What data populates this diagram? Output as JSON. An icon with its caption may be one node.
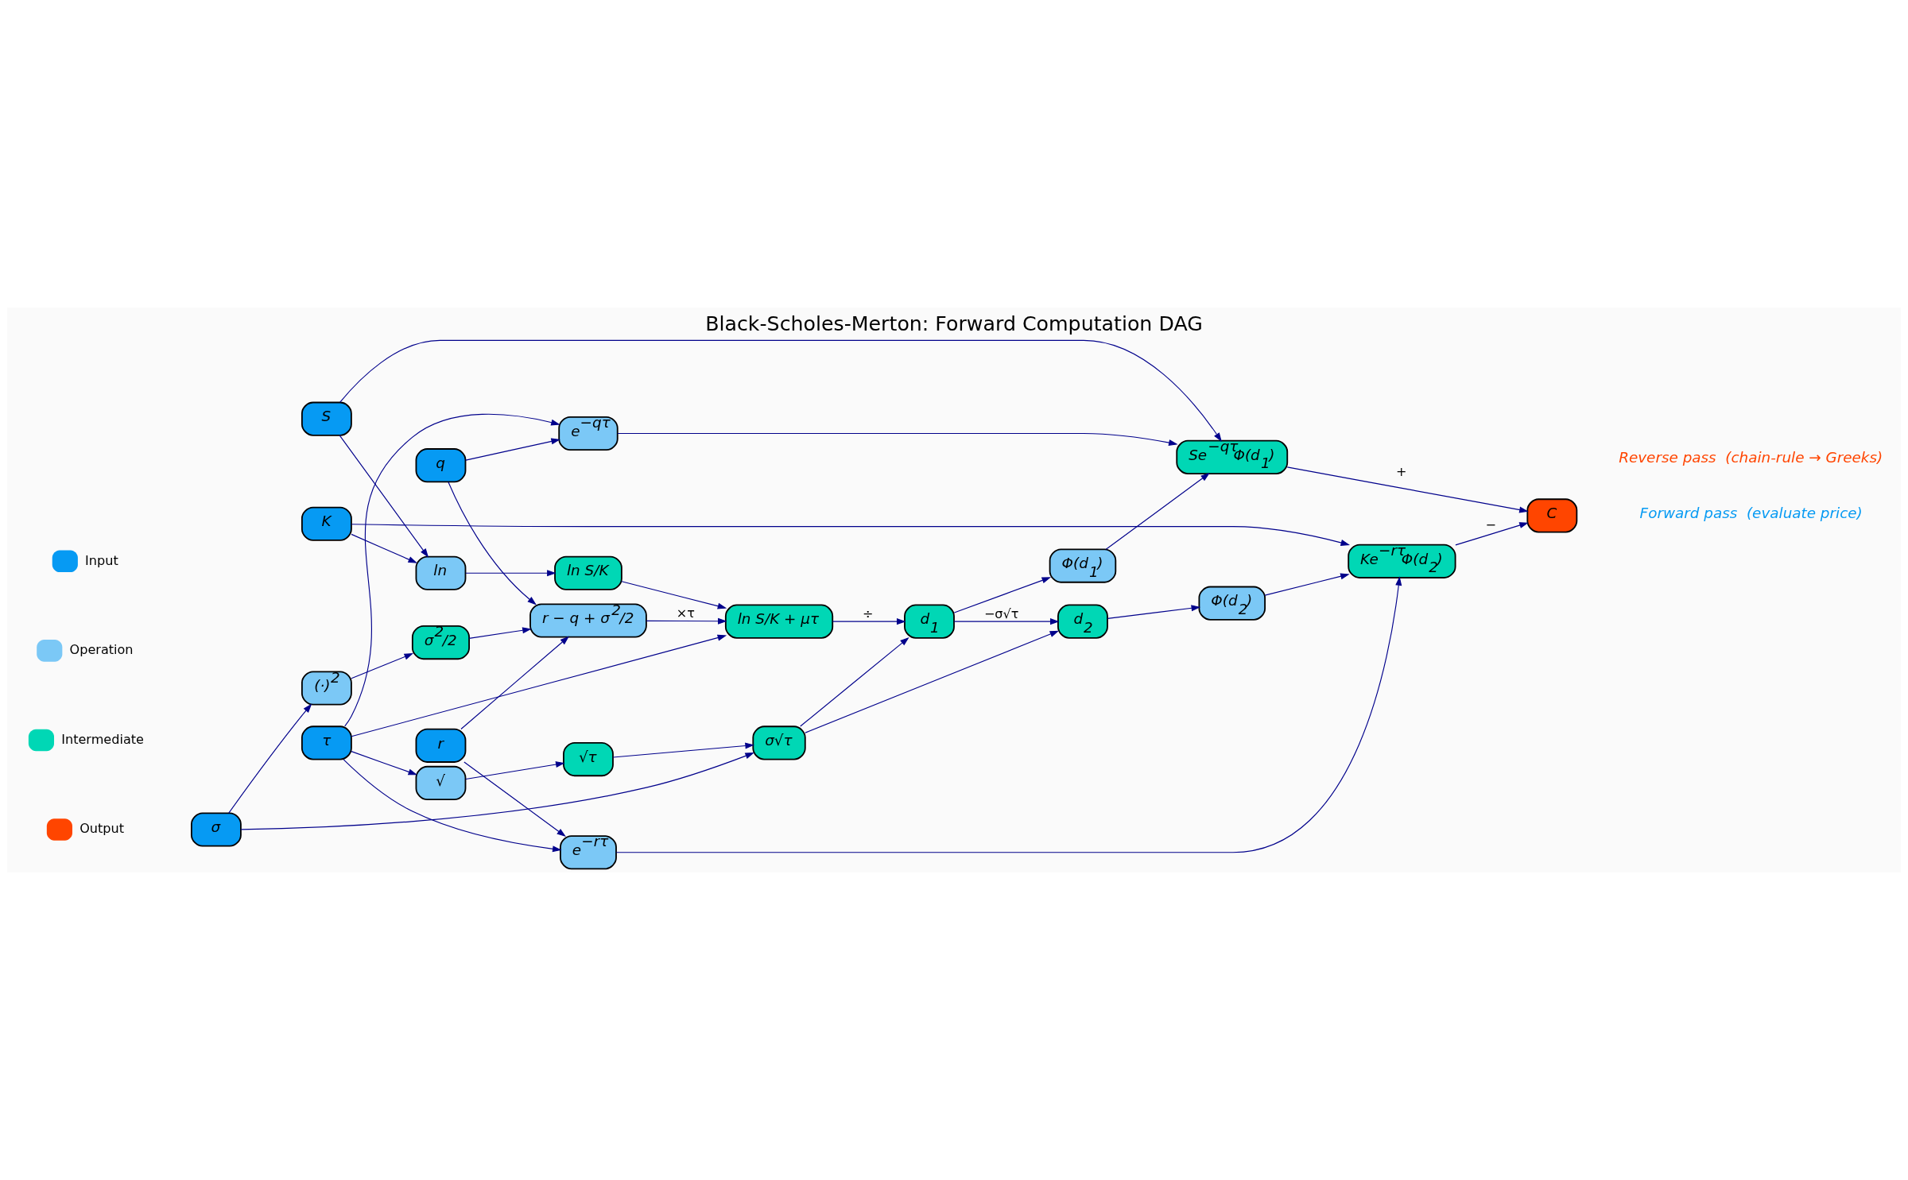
{
  "diagram": {
    "title": "Black-Scholes-Merton: Forward Computation DAG",
    "nodes": [
      {
        "text": [
          "S"
        ]
      },
      {
        "text": [
          "K"
        ]
      },
      {
        "text": [
          "τ"
        ]
      },
      {
        "text": [
          "r"
        ]
      },
      {
        "text": [
          "q"
        ]
      },
      {
        "text": [
          "σ"
        ]
      },
      {
        "text": [
          "ln"
        ]
      },
      {
        "text": [
          "√"
        ]
      },
      {
        "text": [
          "(·)$^{2}$"
        ]
      },
      {
        "text": [
          "ln S/K"
        ]
      },
      {
        "text": [
          "√τ"
        ]
      },
      {
        "text": [
          "σ$^{2}$/2"
        ]
      },
      {
        "text": [
          "r − q + σ$^{2}$/2"
        ]
      },
      {
        "text": [
          "ln S/K + μτ"
        ]
      },
      {
        "text": [
          "σ√τ"
        ]
      },
      {
        "text": [
          "d$_{1}$"
        ]
      },
      {
        "text": [
          "d$_{2}$"
        ]
      },
      {
        "text": [
          "e$^{−qτ}$"
        ]
      },
      {
        "text": [
          "Φ(d$_{1}$)"
        ]
      },
      {
        "text": [
          "Φ(d$_{2}$)"
        ]
      },
      {
        "text": [
          "e$^{−rτ}$"
        ]
      },
      {
        "text": [
          "Se$^{−qτ}$Φ(d$_{1}$)"
        ]
      },
      {
        "text": [
          "Ke$^{−rτ}$Φ(d$_{2}$)"
        ]
      },
      {
        "text": [
          "C"
        ]
      }
    ],
    "edges": [
      {
        "from": 0,
        "to": 6,
        "arrow": "to"
      },
      {
        "from": 1,
        "to": 6,
        "arrow": "to"
      },
      {
        "from": 0,
        "to": 21,
        "arrow": "to"
      },
      {
        "from": 6,
        "to": 9,
        "arrow": "to"
      },
      {
        "from": 9,
        "to": 13,
        "arrow": "to"
      },
      {
        "from": 2,
        "to": 13,
        "arrow": "to"
      },
      {
        "from": 2,
        "to": 17,
        "arrow": "to"
      },
      {
        "from": 2,
        "to": 7,
        "arrow": "to"
      },
      {
        "from": 2,
        "to": 20,
        "arrow": "to"
      },
      {
        "from": 7,
        "to": 10,
        "arrow": "to"
      },
      {
        "from": 3,
        "to": 12,
        "arrow": "to"
      },
      {
        "from": 3,
        "to": 20,
        "arrow": "to"
      },
      {
        "from": 4,
        "to": 12,
        "arrow": "to"
      },
      {
        "from": 4,
        "to": 17,
        "arrow": "to"
      },
      {
        "from": 5,
        "to": 8,
        "arrow": "to"
      },
      {
        "from": 8,
        "to": 11,
        "arrow": "to"
      },
      {
        "from": 5,
        "to": 14,
        "arrow": "to"
      },
      {
        "from": 11,
        "to": 12,
        "arrow": "to"
      },
      {
        "from": 10,
        "to": 14,
        "arrow": "to"
      },
      {
        "from": 12,
        "to": 13,
        "arrow": "to",
        "label": "×τ"
      },
      {
        "from": 13,
        "to": 15,
        "arrow": "to",
        "label": "÷"
      },
      {
        "from": 14,
        "to": 15,
        "arrow": "to"
      },
      {
        "from": 15,
        "to": 16,
        "arrow": "to",
        "label": "−σ√τ"
      },
      {
        "from": 14,
        "to": 16,
        "arrow": "to"
      },
      {
        "from": 15,
        "to": 18,
        "arrow": "to"
      },
      {
        "from": 16,
        "to": 19,
        "arrow": "to"
      },
      {
        "from": 17,
        "to": 21,
        "arrow": "to"
      },
      {
        "from": 18,
        "to": 21,
        "arrow": "to"
      },
      {
        "from": 19,
        "to": 22,
        "arrow": "to"
      },
      {
        "from": 20,
        "to": 22,
        "arrow": "to"
      },
      {
        "from": 1,
        "to": 22,
        "arrow": "to"
      },
      {
        "from": 21,
        "to": 23,
        "arrow": "to",
        "label": "+"
      },
      {
        "from": 22,
        "to": 23,
        "arrow": "to",
        "label": "−"
      }
    ],
    "labels": [
      "Forward pass  (evaluate price)",
      "Reverse pass  (chain-rule → Greeks)"
    ],
    "legend": [
      {
        "text": "Input",
        "color": "#069af3"
      },
      {
        "text": "Operation",
        "color": "#7bc8f6"
      },
      {
        "text": "Intermediate",
        "color": "#00d7b5"
      },
      {
        "text": "Output",
        "color": "#ff4500"
      }
    ]
  }
}
